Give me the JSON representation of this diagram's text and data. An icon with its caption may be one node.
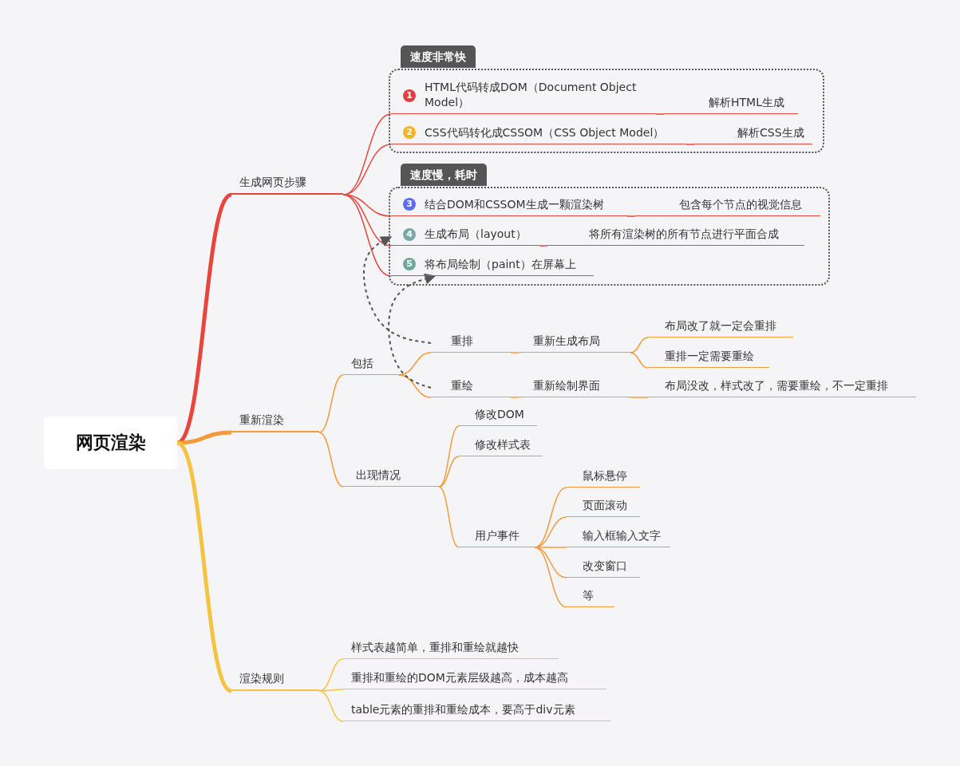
{
  "diagram": {
    "nodes": [
      {
        "text": [
          "网页渲染"
        ]
      },
      {
        "text": [
          "生成网页步骤"
        ]
      },
      {
        "text": [
          "速度非常快"
        ]
      },
      {
        "text": [
          "HTML代码转成DOM（Document Object Model）"
        ],
        "in": 2
      },
      {
        "text": [
          "解析HTML生成"
        ],
        "in": 2
      },
      {
        "text": [
          "CSS代码转化成CSSOM（CSS Object Model）"
        ],
        "in": 2
      },
      {
        "text": [
          "解析CSS生成"
        ],
        "in": 2
      },
      {
        "text": [
          "速度慢，耗时"
        ]
      },
      {
        "text": [
          "结合DOM和CSSOM生成一颗渲染树"
        ],
        "in": 7
      },
      {
        "text": [
          "包含每个节点的视觉信息"
        ],
        "in": 7
      },
      {
        "text": [
          "生成布局（layout）"
        ],
        "in": 7
      },
      {
        "text": [
          "将所有渲染树的所有节点进行平面合成"
        ],
        "in": 7
      },
      {
        "text": [
          "将布局绘制（paint）在屏幕上"
        ],
        "in": 7
      },
      {
        "text": [
          "重新渲染"
        ]
      },
      {
        "text": [
          "包括"
        ]
      },
      {
        "text": [
          "重排"
        ]
      },
      {
        "text": [
          "重新生成布局"
        ]
      },
      {
        "text": [
          "布局改了就一定会重排"
        ]
      },
      {
        "text": [
          "重排一定需要重绘"
        ]
      },
      {
        "text": [
          "重绘"
        ]
      },
      {
        "text": [
          "重新绘制界面"
        ]
      },
      {
        "text": [
          "布局没改，样式改了，需要重绘，不一定重排"
        ]
      },
      {
        "text": [
          "出现情况"
        ]
      },
      {
        "text": [
          "修改DOM"
        ]
      },
      {
        "text": [
          "修改样式表"
        ]
      },
      {
        "text": [
          "用户事件"
        ]
      },
      {
        "text": [
          "鼠标悬停"
        ]
      },
      {
        "text": [
          "页面滚动"
        ]
      },
      {
        "text": [
          "输入框输入文字"
        ]
      },
      {
        "text": [
          "改变窗口"
        ]
      },
      {
        "text": [
          "等"
        ]
      },
      {
        "text": [
          "渲染规则"
        ]
      },
      {
        "text": [
          "样式表越简单，重排和重绘就越快"
        ]
      },
      {
        "text": [
          "重排和重绘的DOM元素层级越高，成本越高"
        ]
      },
      {
        "text": [
          "table元素的重排和重绘成本，要高于div元素"
        ]
      }
    ],
    "edges": [
      {
        "from": 0,
        "to": 1,
        "arrow": "none",
        "style": "thick",
        "color": "#e8453c"
      },
      {
        "from": 0,
        "to": 13,
        "arrow": "none",
        "style": "thick"
      },
      {
        "from": 0,
        "to": 31,
        "arrow": "none",
        "style": "thick",
        "color": "#f5c342"
      },
      {
        "from": 1,
        "to": 3,
        "arrow": "none",
        "color": "#e8453c"
      },
      {
        "from": 1,
        "to": 5,
        "arrow": "none",
        "color": "#e8453c"
      },
      {
        "from": 1,
        "to": 8,
        "arrow": "none",
        "color": "#e8453c"
      },
      {
        "from": 1,
        "to": 10,
        "arrow": "none",
        "color": "#e8453c"
      },
      {
        "from": 1,
        "to": 12,
        "arrow": "none",
        "color": "#e8453c"
      },
      {
        "from": 3,
        "to": 4,
        "arrow": "none",
        "color": "#e8453c"
      },
      {
        "from": 5,
        "to": 6,
        "arrow": "none",
        "color": "#e8453c"
      },
      {
        "from": 8,
        "to": 9,
        "arrow": "none",
        "color": "#e8453c"
      },
      {
        "from": 10,
        "to": 11,
        "arrow": "none",
        "color": "#e8453c"
      },
      {
        "from": 13,
        "to": 14,
        "arrow": "none"
      },
      {
        "from": 13,
        "to": 22,
        "arrow": "none"
      },
      {
        "from": 14,
        "to": 15,
        "arrow": "none"
      },
      {
        "from": 14,
        "to": 19,
        "arrow": "none"
      },
      {
        "from": 15,
        "to": 16,
        "arrow": "none"
      },
      {
        "from": 16,
        "to": 17,
        "arrow": "none"
      },
      {
        "from": 16,
        "to": 18,
        "arrow": "none"
      },
      {
        "from": 19,
        "to": 20,
        "arrow": "none"
      },
      {
        "from": 20,
        "to": 21,
        "arrow": "none"
      },
      {
        "from": 22,
        "to": 23,
        "arrow": "none"
      },
      {
        "from": 22,
        "to": 24,
        "arrow": "none"
      },
      {
        "from": 22,
        "to": 25,
        "arrow": "none"
      },
      {
        "from": 25,
        "to": 26,
        "arrow": "none"
      },
      {
        "from": 25,
        "to": 27,
        "arrow": "none"
      },
      {
        "from": 25,
        "to": 28,
        "arrow": "none"
      },
      {
        "from": 25,
        "to": 29,
        "arrow": "none"
      },
      {
        "from": 25,
        "to": 30,
        "arrow": "none"
      },
      {
        "from": 31,
        "to": 32,
        "arrow": "none",
        "color": "#f5c342"
      },
      {
        "from": 31,
        "to": 33,
        "arrow": "none",
        "color": "#f5c342"
      },
      {
        "from": 31,
        "to": 34,
        "arrow": "none",
        "color": "#f5c342"
      },
      {
        "from": 15,
        "to": 10,
        "arrow": "to",
        "style": "dashed",
        "color": "#555555"
      },
      {
        "from": 19,
        "to": 12,
        "arrow": "to",
        "style": "dashed",
        "color": "#555555"
      }
    ],
    "labels": [
      "1",
      "2",
      "3",
      "4",
      "5"
    ]
  }
}
